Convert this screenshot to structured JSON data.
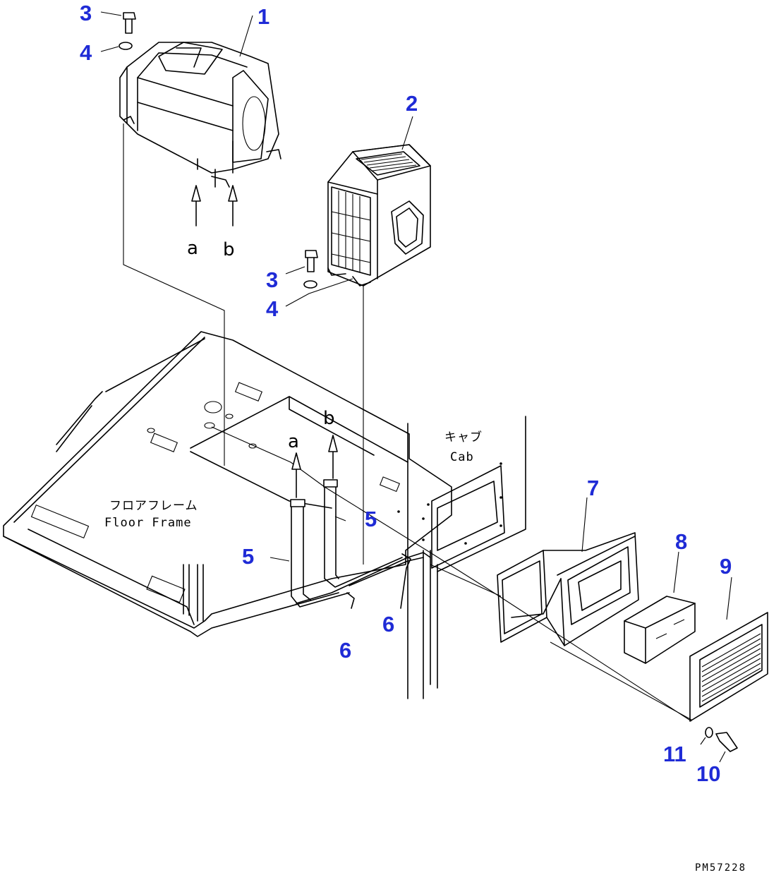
{
  "callouts": {
    "c1": "1",
    "c2": "2",
    "c3a": "3",
    "c4a": "4",
    "c3b": "3",
    "c4b": "4",
    "c5a": "5",
    "c5b": "5",
    "c6a": "6",
    "c6b": "6",
    "c7": "7",
    "c8": "8",
    "c9": "9",
    "c10": "10",
    "c11": "11"
  },
  "letters": {
    "top_a": "a",
    "top_b": "b",
    "floor_a": "a",
    "floor_b": "b"
  },
  "labels": {
    "cab_jp": "キャブ",
    "cab_en": "Cab",
    "floor_jp": "フロアフレーム",
    "floor_en": "Floor Frame"
  },
  "drawing_code": "PM57228",
  "colors": {
    "callout": "#1f2bd6",
    "line": "#000000"
  }
}
